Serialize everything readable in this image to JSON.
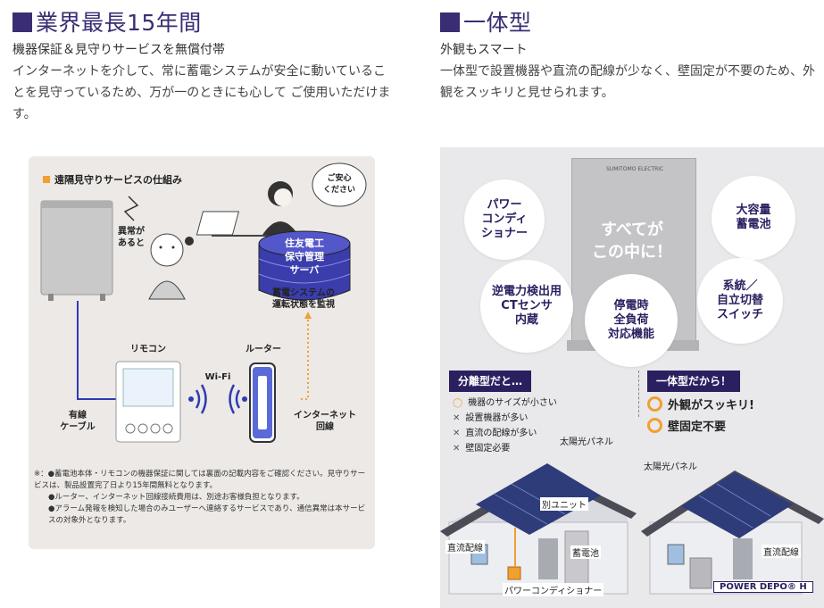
{
  "left": {
    "heading": "業界最長15年間",
    "subheading": "機器保証＆見守りサービスを無償付帯",
    "body": "インターネットを介して、常に蓄電システムが安全に動いていることを見守っているため、万が一のときにも心して ご使用いただけます。",
    "diagram": {
      "title": "遠隔見守りサービスの仕組み",
      "abnormal": "異常が\nあると",
      "reassure": "ご安心\nください",
      "server": "住友電工\n保守管理\nサーバ",
      "monitor": "蓄電システムの\n運転状態を監視",
      "remote": "リモコン",
      "router": "ルーター",
      "wifi": "Wi-Fi",
      "wired": "有線\nケーブル",
      "internet": "インターネット\n回線",
      "notes": [
        "※：●蓄電池本体・リモコンの機器保証に関しては裏面の記載内容をご確認ください。見守りサービスは、製品設置完了日より15年間無料となります。",
        "●ルーター、インターネット回線接続費用は、別途お客様負担となります。",
        "●アラーム発報を検知した場合のみユーザーへ連絡するサービスであり、通信異常は本サービスの対象外となります。"
      ]
    }
  },
  "right": {
    "heading": "一体型",
    "subheading": "外観もスマート",
    "body": "一体型で設置機器や直流の配線が少なく、壁固定が不要のため、外観をスッキリと見せられます。",
    "graphic": {
      "brand": "SUMITOMO ELECTRIC",
      "center": "すべてが\nこの中に！",
      "features": [
        "パワー\nコンディ\nショナー",
        "大容量\n蓄電池",
        "逆電力検出用\nCTセンサ\n内蔵",
        "系統／\n自立切替\nスイッチ",
        "停電時\n全負荷\n対応機能"
      ]
    },
    "compare": {
      "separate_tag": "分離型だと…",
      "separate_items": [
        {
          "mark": "o",
          "text": "機器のサイズが小さい"
        },
        {
          "mark": "x",
          "text": "設置機器が多い"
        },
        {
          "mark": "x",
          "text": "直流の配線が多い"
        },
        {
          "mark": "x",
          "text": "壁固定必要"
        }
      ],
      "integrated_tag": "一体型だから！",
      "integrated_items": [
        "外観がスッキリ!",
        "壁固定不要"
      ],
      "house_left": {
        "solar": "太陽光パネル",
        "unit": "別ユニット",
        "dc": "直流配線",
        "battery": "蓄電池",
        "pcs": "パワーコンディショナー"
      },
      "house_right": {
        "solar": "太陽光パネル",
        "dc": "直流配線",
        "product": "POWER DEPO® H"
      }
    }
  },
  "colors": {
    "brand": "#3a2d73",
    "accent": "#f0a030",
    "panel": "#ece9e6",
    "line": "#2d3bb4"
  }
}
